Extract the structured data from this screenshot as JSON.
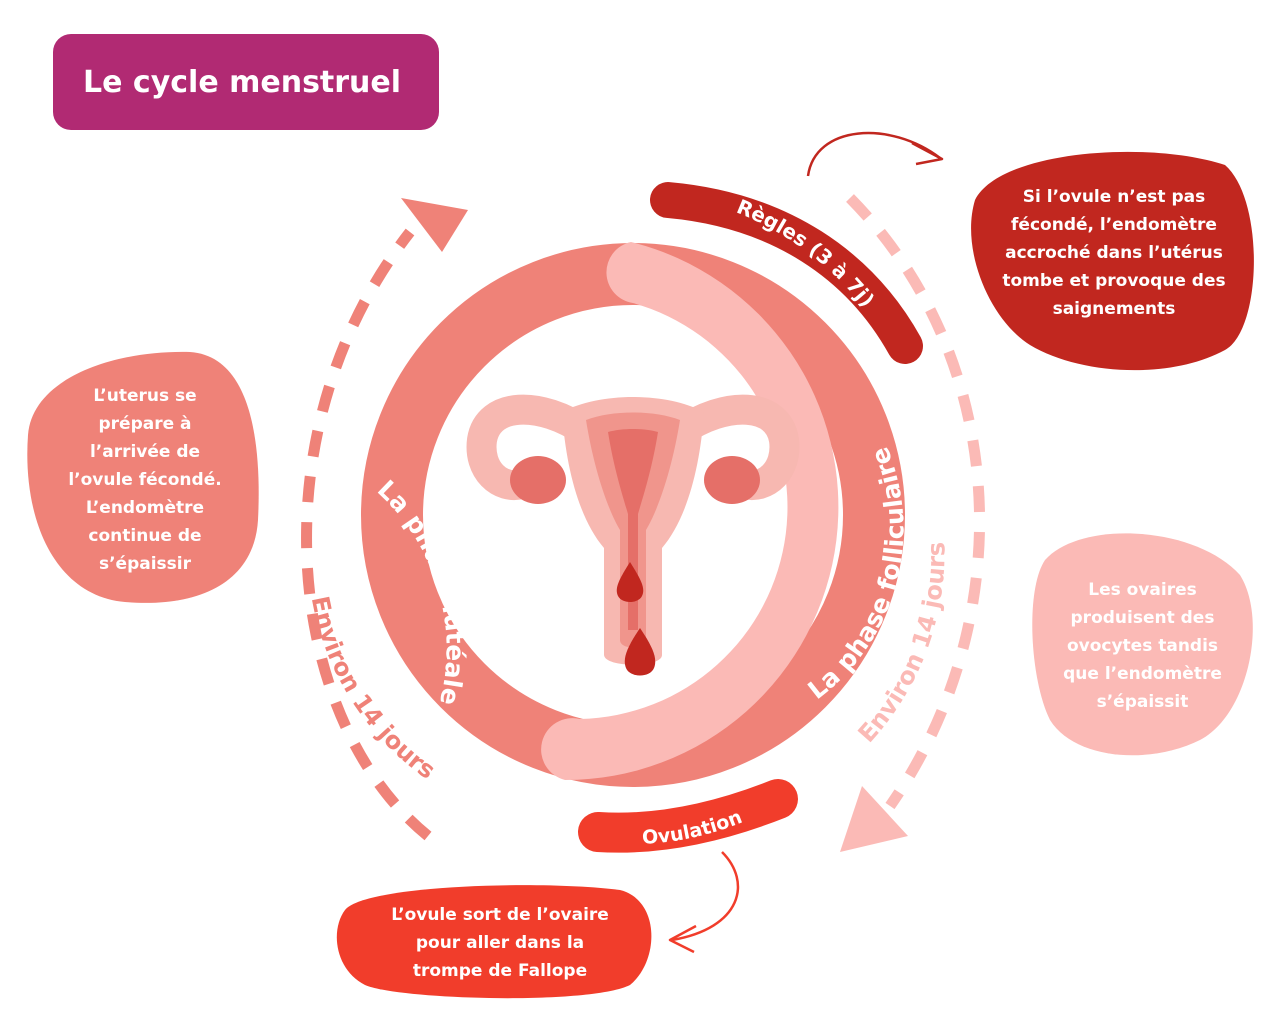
{
  "title": "Le cycle menstruel",
  "phases": {
    "follicular": "La phase folliculaire",
    "follicular_duration": "Environ 14 jours",
    "luteal": "La phase lutéale",
    "luteal_duration": "Environ 14 jours"
  },
  "events": {
    "menstruation": "Règles (3 à 7j)",
    "ovulation": "Ovulation"
  },
  "notes": {
    "menstruation": [
      "Si l’ovule n’est pas",
      "fécondé, l’endomètre",
      "accroché dans l’utérus",
      "tombe et provoque des",
      "saignements"
    ],
    "luteal": [
      "L’uterus se",
      "prépare à",
      "l’arrivée de",
      "l’ovule fécondé.",
      "L’endomètre",
      "continue de",
      "s’épaissir"
    ],
    "follicular": [
      "Les ovaires",
      "produisent des",
      "ovocytes tandis",
      "que l’endomètre",
      "s’épaissit"
    ],
    "ovulation": [
      "L’ovule sort de l’ovaire",
      "pour aller dans la",
      "trompe de Fallope"
    ]
  },
  "colors": {
    "title_bg": "#b12a73",
    "luteal": "#ef8278",
    "follicular": "#fbbab6",
    "menstruation": "#c1271f",
    "ovulation": "#f13d2b",
    "uterus_light": "#f7b8b1",
    "uterus_mid": "#f0958c",
    "uterus_dark": "#e56f68",
    "blood": "#c1271f"
  }
}
